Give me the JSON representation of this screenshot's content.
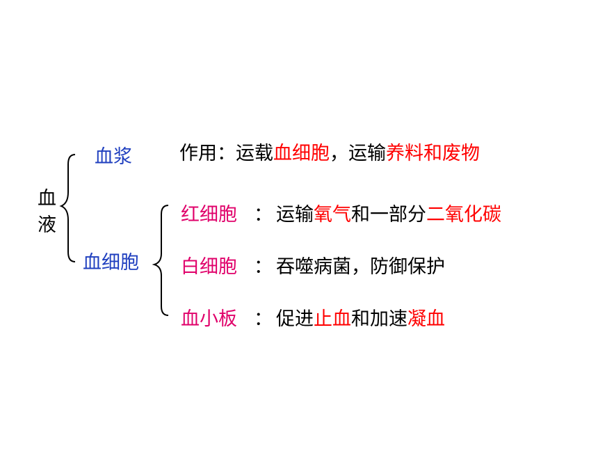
{
  "root": {
    "line1": "血",
    "line2": "液"
  },
  "plasma": {
    "label": "血浆",
    "desc_prefix": "作用：运载",
    "desc_red1": "血细胞",
    "desc_mid": "，运输",
    "desc_red2": "养料和废物"
  },
  "cells": {
    "label": "血细胞",
    "items": [
      {
        "label": "红细胞",
        "sep": "：",
        "parts": [
          {
            "text": "运输",
            "color": "#000000"
          },
          {
            "text": "氧气",
            "color": "#ff0000"
          },
          {
            "text": "和一部分",
            "color": "#000000"
          },
          {
            "text": "二氧化碳",
            "color": "#ff0000"
          }
        ]
      },
      {
        "label": "白细胞",
        "sep": "：",
        "parts": [
          {
            "text": "吞噬病菌，防御保护",
            "color": "#000000"
          }
        ]
      },
      {
        "label": "血小板",
        "sep": "：",
        "parts": [
          {
            "text": "促进",
            "color": "#000000"
          },
          {
            "text": "止血",
            "color": "#ff0000"
          },
          {
            "text": "和加速",
            "color": "#000000"
          },
          {
            "text": "凝血",
            "color": "#ff0000"
          }
        ]
      }
    ]
  }
}
